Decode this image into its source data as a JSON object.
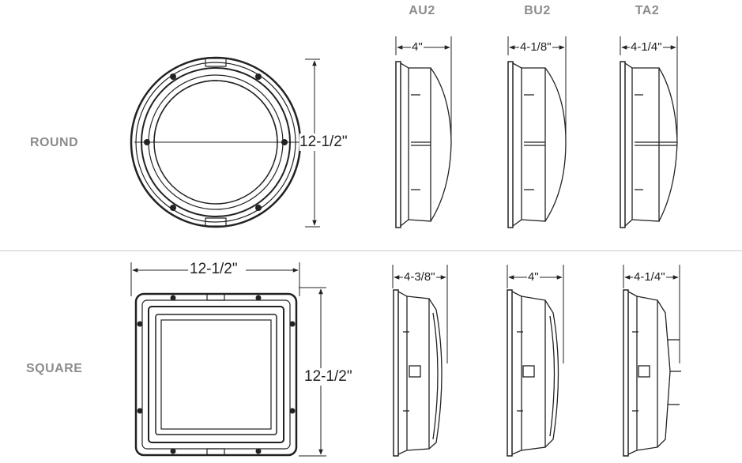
{
  "columns": {
    "au2": "AU2",
    "bu2": "BU2",
    "ta2": "TA2"
  },
  "rows": {
    "round": "ROUND",
    "square": "SQUARE"
  },
  "round": {
    "front_height": "12-1/2\"",
    "au2_depth": "4\"",
    "bu2_depth": "4-1/8\"",
    "ta2_depth": "4-1/4\""
  },
  "square": {
    "front_width": "12-1/2\"",
    "front_height": "12-1/2\"",
    "au2_depth": "4-3/8\"",
    "bu2_depth": "4\"",
    "ta2_depth": "4-1/4\""
  },
  "colors": {
    "label_gray": "#8c8c8c",
    "line": "#222222",
    "divider": "#c8c8c8"
  }
}
